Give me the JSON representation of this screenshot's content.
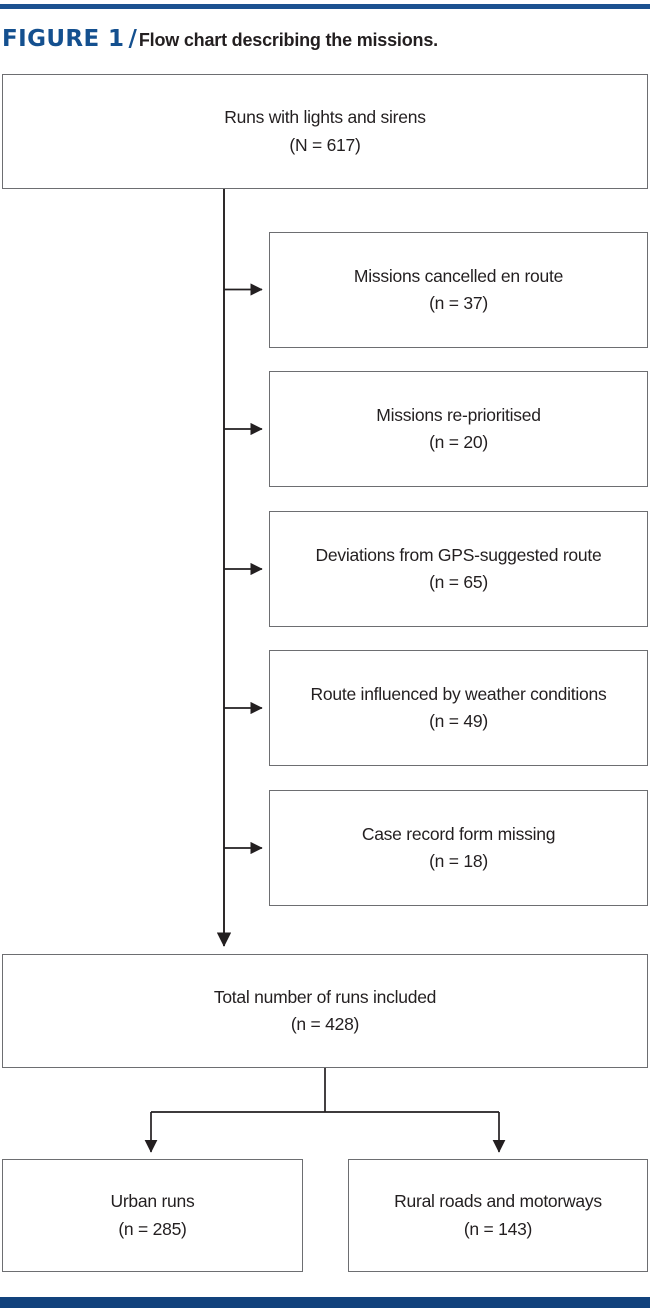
{
  "figure": {
    "label": "FIGURE 1",
    "separator": "/",
    "caption": "Flow chart describing the missions.",
    "label_color": "#14508f",
    "rule_color_top": "#1c5190",
    "rule_color_bottom": "#11427c",
    "box_border_color": "#6d6e71",
    "text_color": "#231f20"
  },
  "chart_data": {
    "type": "flowchart",
    "title": "Flow chart describing the missions.",
    "nodes": [
      {
        "id": "source",
        "line1": "Runs with lights and sirens",
        "line2": "(N = 617)",
        "count": 617,
        "count_symbol": "N"
      },
      {
        "id": "excluded-cancelled",
        "line1": "Missions cancelled en route",
        "line2": "(n = 37)",
        "count": 37,
        "count_symbol": "n"
      },
      {
        "id": "excluded-reprioritised",
        "line1": "Missions re-prioritised",
        "line2": "(n = 20)",
        "count": 20,
        "count_symbol": "n"
      },
      {
        "id": "excluded-gps-deviation",
        "line1": "Deviations from GPS-suggested route",
        "line2": "(n = 65)",
        "count": 65,
        "count_symbol": "n"
      },
      {
        "id": "excluded-weather",
        "line1": "Route influenced by weather conditions",
        "line2": "(n = 49)",
        "count": 49,
        "count_symbol": "n"
      },
      {
        "id": "excluded-missing-crf",
        "line1": "Case record form missing",
        "line2": "(n = 18)",
        "count": 18,
        "count_symbol": "n"
      },
      {
        "id": "total-included",
        "line1": "Total number of runs included",
        "line2": "(n = 428)",
        "count": 428,
        "count_symbol": "n"
      },
      {
        "id": "urban-runs",
        "line1": "Urban runs",
        "line2": "(n = 285)",
        "count": 285,
        "count_symbol": "n"
      },
      {
        "id": "rural-motorways",
        "line1": "Rural roads and motorways",
        "line2": "(n = 143)",
        "count": 143,
        "count_symbol": "n"
      }
    ],
    "edges": [
      {
        "from": "source",
        "to": "excluded-cancelled",
        "style": "arrow-right"
      },
      {
        "from": "source",
        "to": "excluded-reprioritised",
        "style": "arrow-right"
      },
      {
        "from": "source",
        "to": "excluded-gps-deviation",
        "style": "arrow-right"
      },
      {
        "from": "source",
        "to": "excluded-weather",
        "style": "arrow-right"
      },
      {
        "from": "source",
        "to": "excluded-missing-crf",
        "style": "arrow-right"
      },
      {
        "from": "source",
        "to": "total-included",
        "style": "arrow-down"
      },
      {
        "from": "total-included",
        "to": "urban-runs",
        "style": "arrow-down-branch"
      },
      {
        "from": "total-included",
        "to": "rural-motorways",
        "style": "arrow-down-branch"
      }
    ]
  }
}
